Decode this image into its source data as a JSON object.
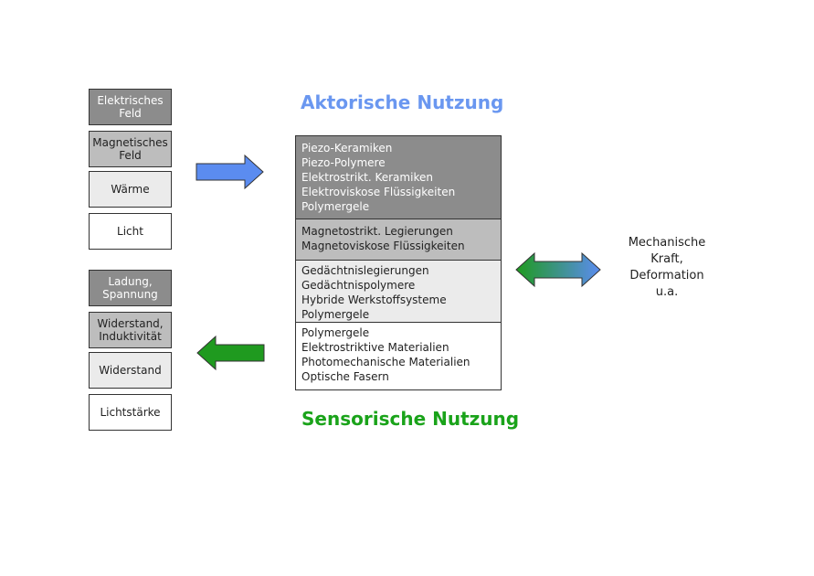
{
  "heading_top": "Aktorische Nutzung",
  "heading_bottom": "Sensorische Nutzung",
  "colors": {
    "heading_top": "#6a97f0",
    "heading_bottom": "#1aa31a",
    "arrow_blue": "#5b8cf0",
    "arrow_green": "#1f9a1f"
  },
  "inputs": [
    {
      "label": "Elektrisches\nFeld",
      "shade": "dark"
    },
    {
      "label": "Magnetisches\nFeld",
      "shade": "mid"
    },
    {
      "label": "Wärme",
      "shade": "light"
    },
    {
      "label": "Licht",
      "shade": "white"
    }
  ],
  "sensor_outputs": [
    {
      "label": "Ladung,\nSpannung",
      "shade": "dark"
    },
    {
      "label": "Widerstand,\nInduktivität",
      "shade": "mid"
    },
    {
      "label": "Widerstand",
      "shade": "light"
    },
    {
      "label": "Lichtstärke",
      "shade": "white"
    }
  ],
  "materials": [
    {
      "text": "Piezo-Keramiken\nPiezo-Polymere\nElektrostrikt. Keramiken\nElektroviskose Flüssigkeiten\nPolymergele",
      "shade": "dark"
    },
    {
      "text": "Magnetostrikt. Legierungen\nMagnetoviskose Flüssigkeiten",
      "shade": "mid"
    },
    {
      "text": "Gedächtnislegierungen\nGedächtnispolymere\nHybride Werkstoffsysteme\nPolymergele",
      "shade": "light"
    },
    {
      "text": "Polymergele\nElektrostriktive Materialien\nPhotomechanische Materialien\nOptische Fasern",
      "shade": "white"
    }
  ],
  "mechanical_output": "Mechanische\nKraft,\nDeformation\nu.a.",
  "icons": {
    "actuator_arrow": "arrow-right-icon",
    "sensor_arrow": "arrow-left-icon",
    "mechanical_arrow": "double-arrow-icon"
  }
}
